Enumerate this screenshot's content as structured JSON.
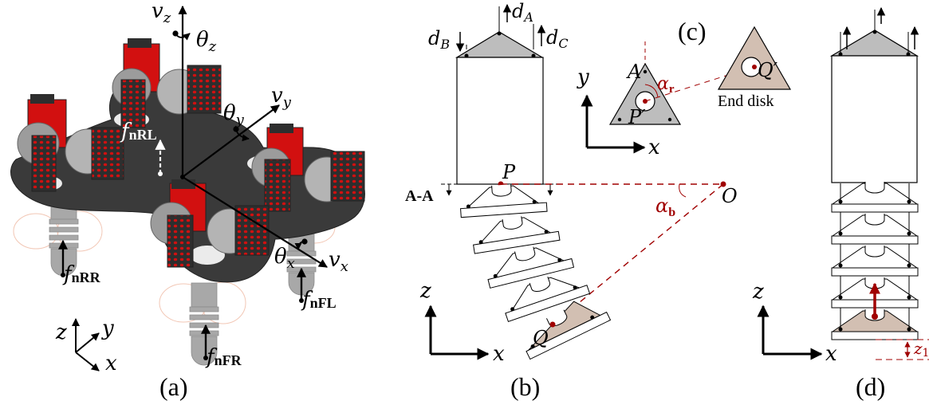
{
  "figure": {
    "colors": {
      "ink": "#000000",
      "accent_red": "#a00000",
      "disk_gray": "#bdbdbd",
      "end_disk_tan": "#d2bfb2",
      "robot_body": "#3a3a3a",
      "robot_motor_red": "#d21010",
      "robot_leg_gray": "#a8a8a8"
    },
    "panel_a": {
      "caption": "(a)",
      "axes": {
        "vz": {
          "sym": "v",
          "sub": "z"
        },
        "vy": {
          "sym": "v",
          "sub": "y"
        },
        "vx": {
          "sym": "v",
          "sub": "x"
        },
        "theta_z": {
          "sym": "θ",
          "sub": "z"
        },
        "theta_y": {
          "sym": "θ",
          "sub": "y"
        },
        "theta_x": {
          "sym": "θ",
          "sub": "x"
        }
      },
      "forces": {
        "rl": {
          "sym": "f",
          "sub": "nRL"
        },
        "rr": {
          "sym": "f",
          "sub": "nRR"
        },
        "fl": {
          "sym": "f",
          "sub": "nFL"
        },
        "fr": {
          "sym": "f",
          "sub": "nFR"
        }
      },
      "world_frame": {
        "z": "z",
        "y": "y",
        "x": "x"
      }
    },
    "panel_b": {
      "caption": "(b)",
      "d_a": {
        "sym": "d",
        "sub": "A"
      },
      "d_b": {
        "sym": "d",
        "sub": "B"
      },
      "d_c": {
        "sym": "d",
        "sub": "C"
      },
      "section_label": "A-A",
      "point_p": "P",
      "point_o": "O",
      "point_q": "Q",
      "alpha_b": {
        "sym": "α",
        "sub": "b"
      },
      "axes": {
        "z": "z",
        "x": "x"
      }
    },
    "panel_c": {
      "caption": "(c)",
      "point_a": "A",
      "point_p_prime": "P′",
      "point_q_prime": "Q′",
      "alpha_r": {
        "sym": "α",
        "sub": "r"
      },
      "end_disk_label": "End disk",
      "axes": {
        "y": "y",
        "x": "x"
      }
    },
    "panel_d": {
      "caption": "(d)",
      "z1": {
        "sym": "z",
        "sub": "1"
      },
      "axes": {
        "z": "z",
        "x": "x"
      }
    }
  }
}
